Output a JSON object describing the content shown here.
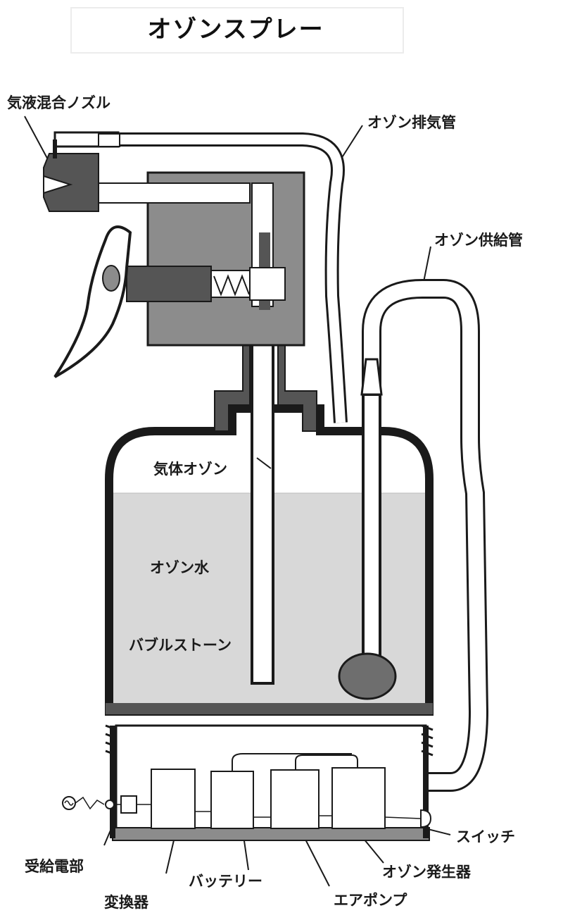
{
  "title": "オゾンスプレー",
  "labels": {
    "nozzle": "気液混合ノズル",
    "exhaust_tube": "オゾン排気管",
    "supply_tube": "オゾン供給管",
    "gas_ozone": "気体オゾン",
    "ozone_water": "オゾン水",
    "bubble_stone": "バブルストーン",
    "switch": "スイッチ",
    "power_receiver": "受給電部",
    "ozone_generator": "オゾン発生器",
    "battery": "バッテリー",
    "converter": "変換器",
    "air_pump": "エアポンプ"
  },
  "colors": {
    "ink": "#1a1a1a",
    "body_gray": "#8c8c8c",
    "dark_gray": "#555555",
    "water": "#d8d8d8",
    "stone": "#6e6e6e"
  }
}
